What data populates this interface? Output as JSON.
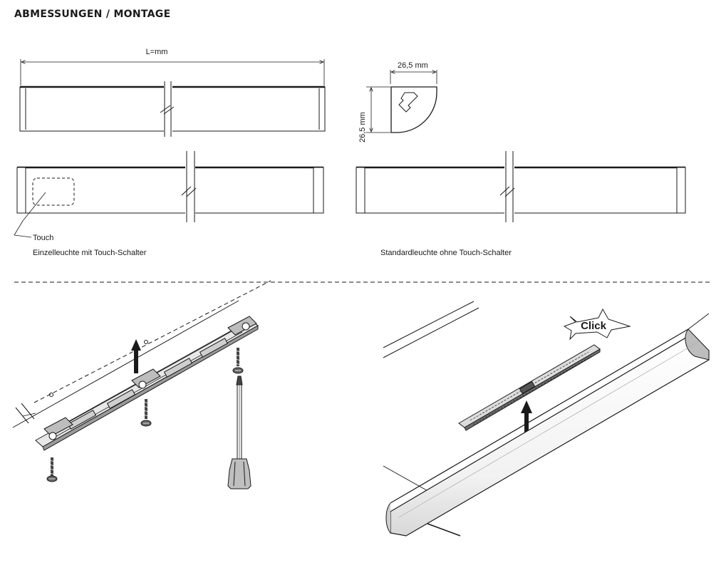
{
  "heading": "ABMESSUNGEN / MONTAGE",
  "dimensions": {
    "length_label": "L=mm",
    "width_label": "26,5 mm",
    "height_label": "26,5 mm"
  },
  "touch_variant": {
    "touch_label": "Touch",
    "caption": "Einzelleuchte mit Touch-Schalter"
  },
  "standard_variant": {
    "caption": "Standardleuchte ohne Touch-Schalter"
  },
  "mounting": {
    "click_label": "Click"
  },
  "colors": {
    "line": "#1a1a1a",
    "fill_light": "#f4f4f4",
    "fill_mid": "#cfcfcf",
    "fill_dark": "#8a8a8a"
  }
}
